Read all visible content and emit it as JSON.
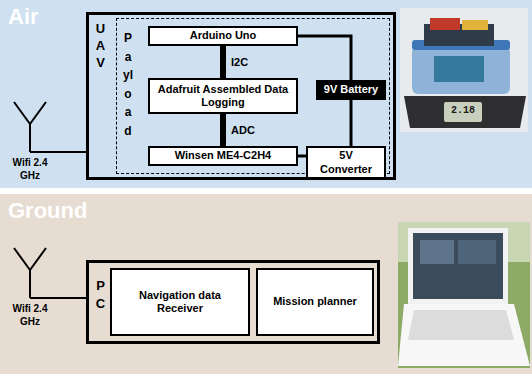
{
  "diagram": {
    "nodes": [
      {
        "text": [
          "Air"
        ]
      },
      {
        "text": [
          "UAV"
        ],
        "in": 0
      },
      {
        "text": [
          "Payload"
        ],
        "in": 1
      },
      {
        "text": [
          "Arduino Uno"
        ],
        "in": 2
      },
      {
        "text": [
          "Adafruit Assembled Data Logging"
        ],
        "in": 2
      },
      {
        "text": [
          "Winsen ME4-C2H4"
        ],
        "in": 2
      },
      {
        "text": [
          "9V Battery"
        ],
        "in": 2
      },
      {
        "text": [
          "5V Converter"
        ],
        "in": 2
      },
      {
        "text": [
          "Ground"
        ]
      },
      {
        "text": [
          "PC"
        ],
        "in": 8
      },
      {
        "text": [
          "Navigation data Receiver"
        ],
        "in": 9
      },
      {
        "text": [
          "Mission planner"
        ],
        "in": 9
      }
    ],
    "edges": [
      {
        "from": 3,
        "to": 4,
        "label": "I2C",
        "arrow": "none"
      },
      {
        "from": 4,
        "to": 5,
        "label": "ADC",
        "arrow": "none"
      },
      {
        "from": 3,
        "to": 6,
        "arrow": "none"
      },
      {
        "from": 6,
        "to": 7,
        "arrow": "none"
      },
      {
        "from": 7,
        "to": 5,
        "arrow": "none"
      }
    ],
    "labels": [
      "Wifi 2.4 GHz",
      "Wifi 2.4 GHz",
      "2.18"
    ]
  }
}
